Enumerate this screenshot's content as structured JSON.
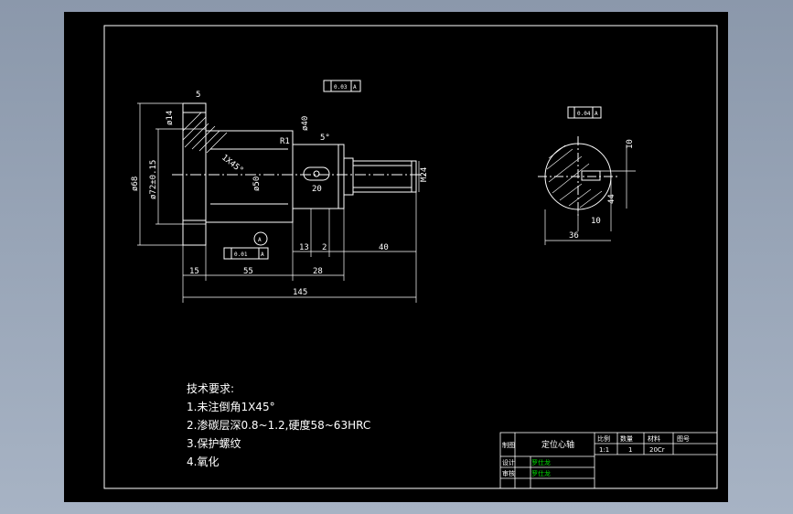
{
  "colors": {
    "background": "#000000",
    "lines": "#ffffff",
    "names": "#00e000",
    "outer": "#9aa5b6"
  },
  "dimensions": {
    "d_68": "ø68",
    "d_72": "ø72±0.15",
    "d_14": "ø14",
    "d_50": "ø50",
    "d_40": "ø40",
    "m24": "M24",
    "l_145": "145",
    "l_55": "55",
    "l_28": "28",
    "l_15": "15",
    "l_13": "13",
    "l_2": "2",
    "l_40": "40",
    "l_20": "20",
    "l_5": "5",
    "r1": "R1",
    "chamfer": "1X45°",
    "l_36": "36",
    "l_10": "10",
    "l_44": "44",
    "l_10p": "10",
    "angle_5": "5°"
  },
  "tolerances": {
    "runout_top": "0.03",
    "runout_left": "0.01",
    "perp_right": "0.04",
    "datum": "A"
  },
  "requirements": {
    "heading": "技术要求:",
    "items": [
      "1.未注倒角1X45°",
      "2.渗碳层深0.8~1.2,硬度58~63HRC",
      "3.保护螺纹",
      "4.氧化"
    ]
  },
  "title_block": {
    "part_name": "定位心轴",
    "ratio_label": "比例",
    "qty_label": "数量",
    "material_label": "材料",
    "drawing_no_label": "图号",
    "ratio": "1:1",
    "qty": "1",
    "material": "20Cr",
    "drawn_label": "制图",
    "design_label": "设计",
    "review_label": "审核",
    "drawn_by": "罗仕龙",
    "design_by": "罗仕龙"
  }
}
